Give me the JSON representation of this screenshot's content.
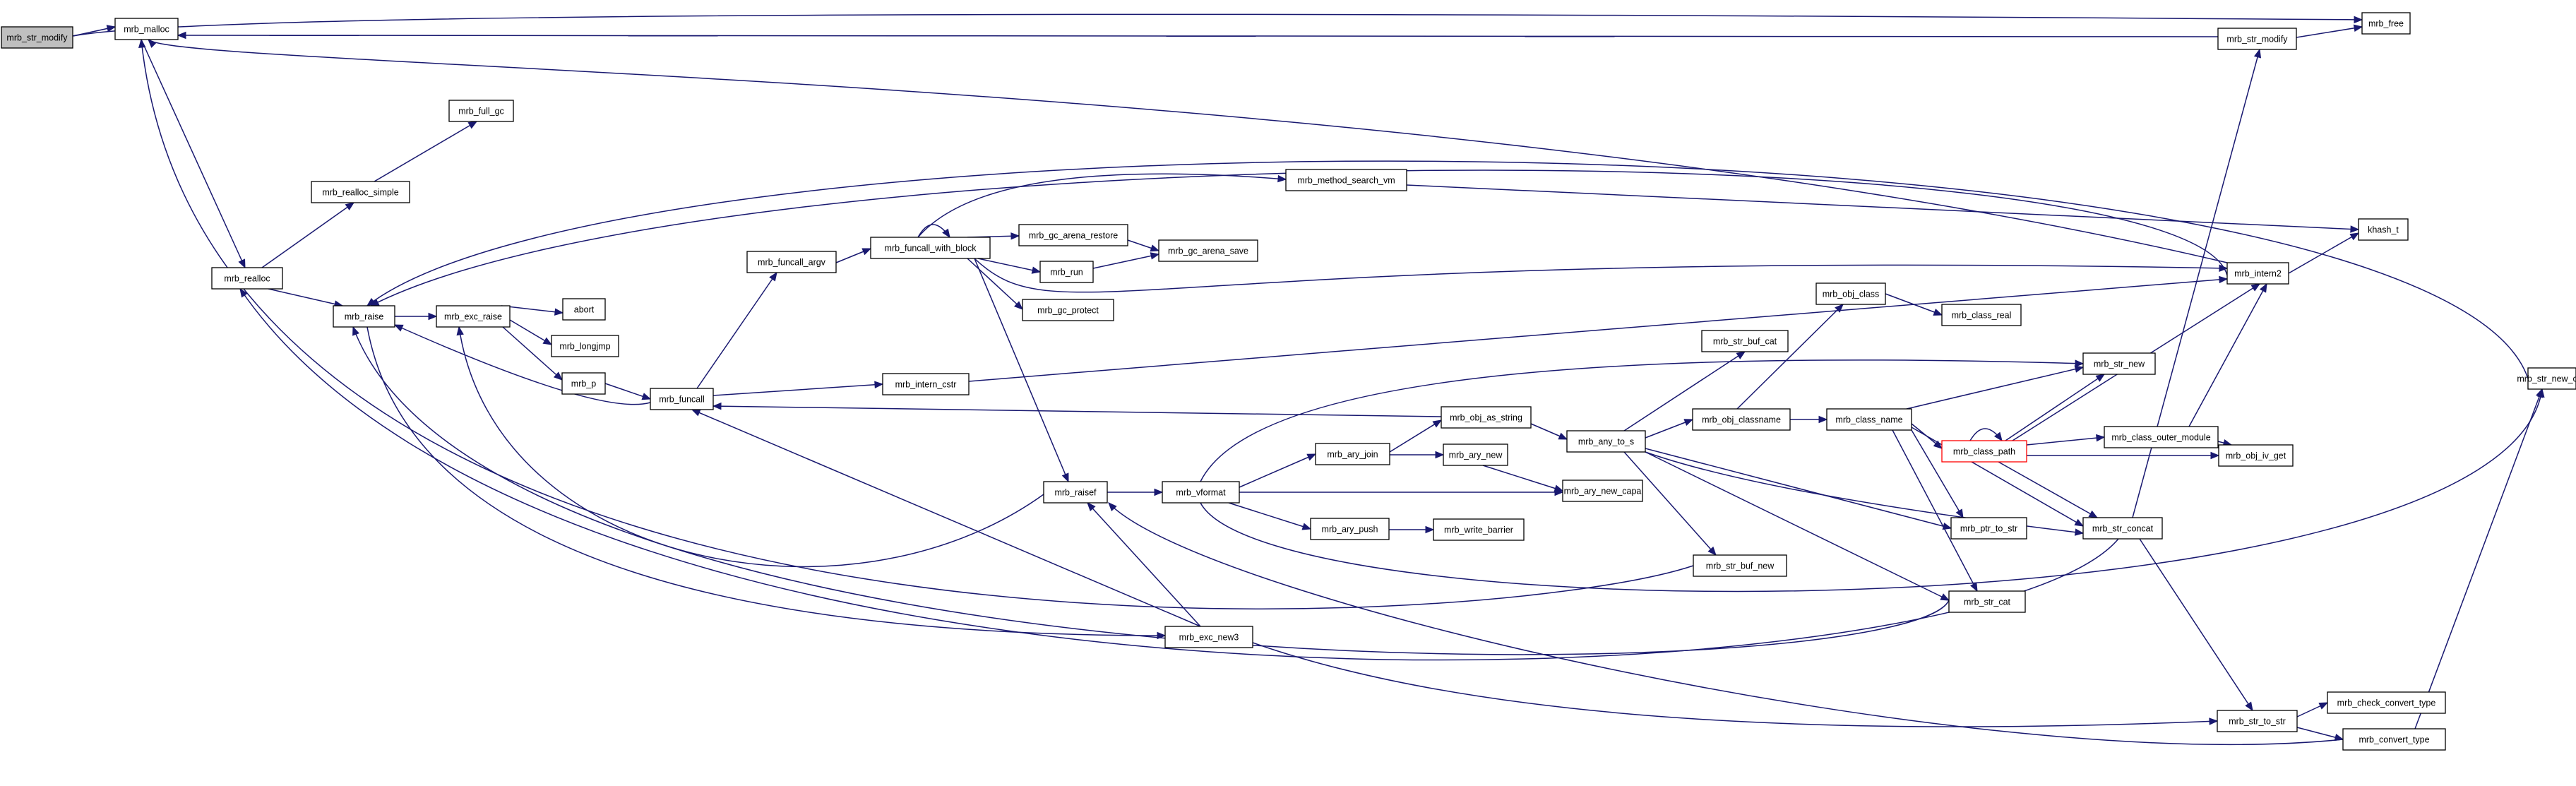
{
  "graph": {
    "nodes": [
      {
        "id": "n_root",
        "label": "mrb_str_modify",
        "root": true
      },
      {
        "id": "n_malloc",
        "label": "mrb_malloc"
      },
      {
        "id": "n_free",
        "label": "mrb_free"
      },
      {
        "id": "n_strmod2",
        "label": "mrb_str_modify"
      },
      {
        "id": "n_fullgc",
        "label": "mrb_full_gc"
      },
      {
        "id": "n_rsimple",
        "label": "mrb_realloc_simple"
      },
      {
        "id": "n_realloc",
        "label": "mrb_realloc"
      },
      {
        "id": "n_raise",
        "label": "mrb_raise"
      },
      {
        "id": "n_excraise",
        "label": "mrb_exc_raise"
      },
      {
        "id": "n_abort",
        "label": "abort"
      },
      {
        "id": "n_longjmp",
        "label": "mrb_longjmp"
      },
      {
        "id": "n_p",
        "label": "mrb_p"
      },
      {
        "id": "n_funcall",
        "label": "mrb_funcall"
      },
      {
        "id": "n_fargv",
        "label": "mrb_funcall_argv"
      },
      {
        "id": "n_fblock",
        "label": "mrb_funcall_with_block"
      },
      {
        "id": "n_msvm",
        "label": "mrb_method_search_vm"
      },
      {
        "id": "n_gcrestore",
        "label": "mrb_gc_arena_restore"
      },
      {
        "id": "n_gcsave",
        "label": "mrb_gc_arena_save"
      },
      {
        "id": "n_run",
        "label": "mrb_run"
      },
      {
        "id": "n_gcprotect",
        "label": "mrb_gc_protect"
      },
      {
        "id": "n_internc",
        "label": "mrb_intern_cstr"
      },
      {
        "id": "n_khash",
        "label": "khash_t"
      },
      {
        "id": "n_intern2",
        "label": "mrb_intern2"
      },
      {
        "id": "n_strnewcstr",
        "label": "mrb_str_new_cstr"
      },
      {
        "id": "n_raisef",
        "label": "mrb_raisef"
      },
      {
        "id": "n_vformat",
        "label": "mrb_vformat"
      },
      {
        "id": "n_objasstr",
        "label": "mrb_obj_as_string"
      },
      {
        "id": "n_anytos",
        "label": "mrb_any_to_s"
      },
      {
        "id": "n_strbufcat",
        "label": "mrb_str_buf_cat"
      },
      {
        "id": "n_objclass",
        "label": "mrb_obj_class"
      },
      {
        "id": "n_classreal",
        "label": "mrb_class_real"
      },
      {
        "id": "n_objclassname",
        "label": "mrb_obj_classname"
      },
      {
        "id": "n_classname",
        "label": "mrb_class_name"
      },
      {
        "id": "n_strnew",
        "label": "mrb_str_new"
      },
      {
        "id": "n_classpath",
        "label": "mrb_class_path",
        "red": true
      },
      {
        "id": "n_classouter",
        "label": "mrb_class_outer_module"
      },
      {
        "id": "n_objivget",
        "label": "mrb_obj_iv_get"
      },
      {
        "id": "n_aryjoin",
        "label": "mrb_ary_join"
      },
      {
        "id": "n_arynew",
        "label": "mrb_ary_new"
      },
      {
        "id": "n_arynewcapa",
        "label": "mrb_ary_new_capa"
      },
      {
        "id": "n_arypush",
        "label": "mrb_ary_push"
      },
      {
        "id": "n_writebarrier",
        "label": "mrb_write_barrier"
      },
      {
        "id": "n_ptrtostr",
        "label": "mrb_ptr_to_str"
      },
      {
        "id": "n_strconcat",
        "label": "mrb_str_concat"
      },
      {
        "id": "n_strbufnew",
        "label": "mrb_str_buf_new"
      },
      {
        "id": "n_strcat",
        "label": "mrb_str_cat"
      },
      {
        "id": "n_excnew3",
        "label": "mrb_exc_new3"
      },
      {
        "id": "n_strtostr",
        "label": "mrb_str_to_str"
      },
      {
        "id": "n_checkconv",
        "label": "mrb_check_convert_type"
      },
      {
        "id": "n_convtype",
        "label": "mrb_convert_type"
      }
    ]
  }
}
